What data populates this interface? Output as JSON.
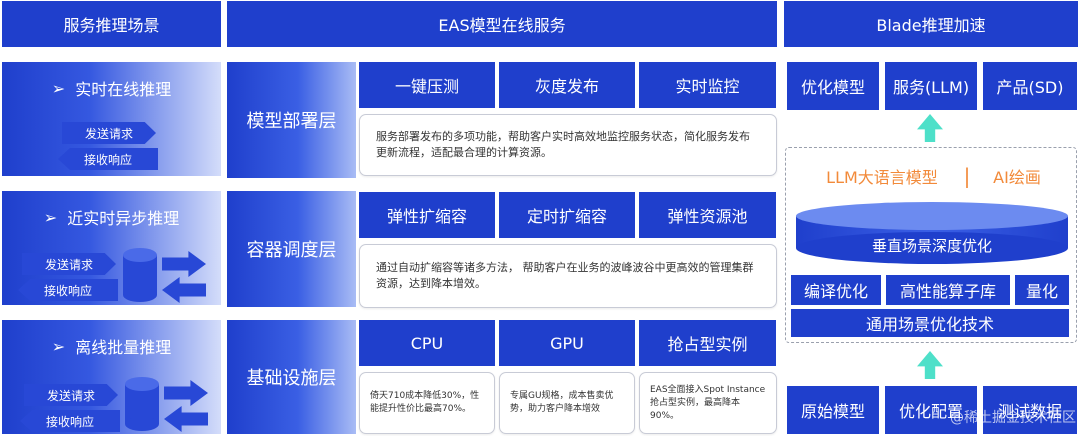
{
  "headers": {
    "scenarios": "服务推理场景",
    "eas": "EAS模型在线服务",
    "blade": "Blade推理加速"
  },
  "scenarios": [
    {
      "title": "实时在线推理",
      "send": "发送请求",
      "receive": "接收响应"
    },
    {
      "title": "近实时异步推理",
      "send": "发送请求",
      "receive": "接收响应"
    },
    {
      "title": "离线批量推理",
      "send": "发送请求",
      "receive": "接收响应"
    }
  ],
  "scenario_marker": "➢",
  "layers": [
    {
      "label": "模型部署层",
      "features": [
        "一键压测",
        "灰度发布",
        "实时监控"
      ],
      "desc": "服务部署发布的多项功能，帮助客户实时高效地监控服务状态，简化服务发布更新流程，适配最合理的计算资源。"
    },
    {
      "label": "容器调度层",
      "features": [
        "弹性扩缩容",
        "定时扩缩容",
        "弹性资源池"
      ],
      "desc": "通过自动扩缩容等诸多方法， 帮助客户在业务的波峰波谷中更高效的管理集群资源，达到降本增效。"
    },
    {
      "label": "基础设施层",
      "features": [
        "CPU",
        "GPU",
        "抢占型实例"
      ],
      "descs": [
        "倚天710成本降低30%，性能提升性价比最高70%。",
        "专属GU规格，成本售卖优势，助力客户降本增效",
        "EAS全面接入Spot Instance抢占型实例，最高降本90%。"
      ]
    }
  ],
  "blade": {
    "top": [
      "优化模型",
      "服务(LLM)",
      "产品(SD)"
    ],
    "llm": "LLM大语言模型",
    "divider": "|",
    "ai": "AI绘画",
    "vertical": "垂直场景深度优化",
    "opts": [
      "编译优化",
      "高性能算子库",
      "量化"
    ],
    "general": "通用场景优化技术",
    "bottom": [
      "原始模型",
      "优化配置",
      "测试数据"
    ]
  },
  "watermark": "@稀土掘金技术社区",
  "colors": {
    "primary": "#1f3fcc",
    "accent_arrow": "#4ee0c9",
    "orange_text": "#f28a3a"
  }
}
